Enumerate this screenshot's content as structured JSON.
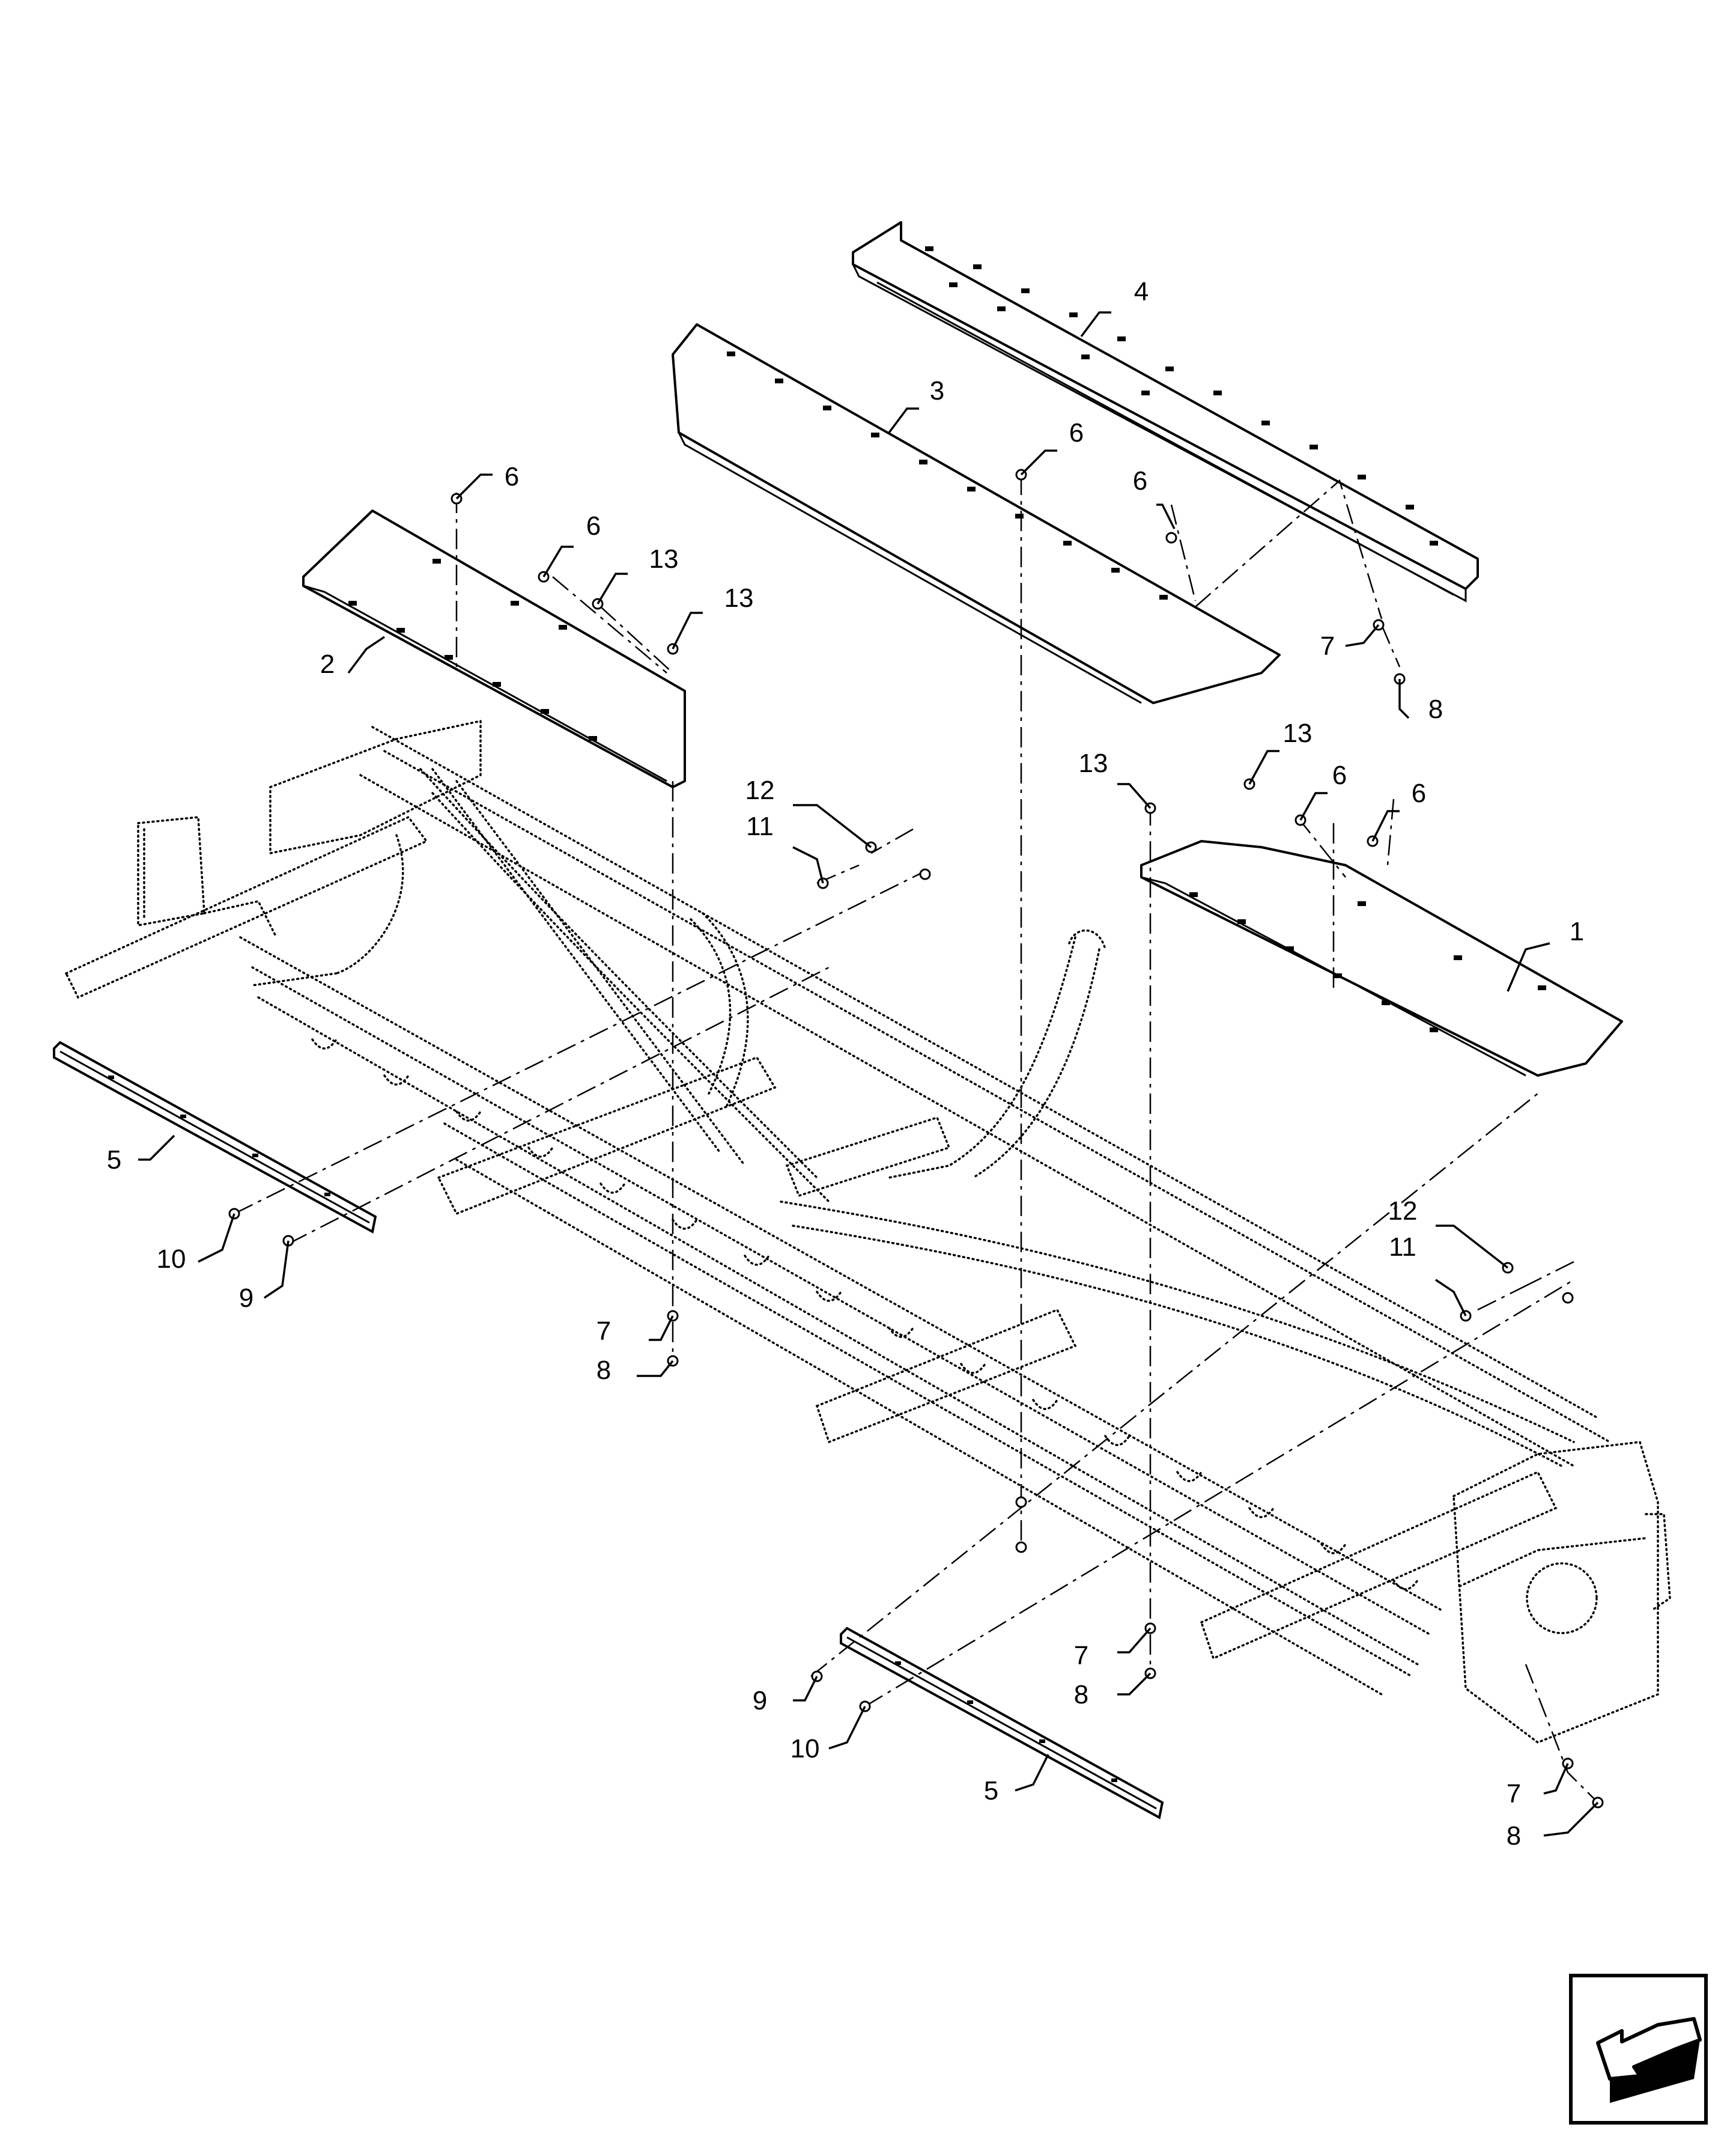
{
  "callouts": [
    {
      "id": "c4",
      "text": "4"
    },
    {
      "id": "c3",
      "text": "3"
    },
    {
      "id": "c6a",
      "text": "6"
    },
    {
      "id": "c6b",
      "text": "6"
    },
    {
      "id": "c6c",
      "text": "6"
    },
    {
      "id": "c6d",
      "text": "6"
    },
    {
      "id": "c6e",
      "text": "6"
    },
    {
      "id": "c6f",
      "text": "6"
    },
    {
      "id": "c13a",
      "text": "13"
    },
    {
      "id": "c13b",
      "text": "13"
    },
    {
      "id": "c13c",
      "text": "13"
    },
    {
      "id": "c13d",
      "text": "13"
    },
    {
      "id": "c2",
      "text": "2"
    },
    {
      "id": "c1",
      "text": "1"
    },
    {
      "id": "c7a",
      "text": "7"
    },
    {
      "id": "c8a",
      "text": "8"
    },
    {
      "id": "c12a",
      "text": "12"
    },
    {
      "id": "c11a",
      "text": "11"
    },
    {
      "id": "c12b",
      "text": "12"
    },
    {
      "id": "c11b",
      "text": "11"
    },
    {
      "id": "c5a",
      "text": "5"
    },
    {
      "id": "c10a",
      "text": "10"
    },
    {
      "id": "c9a",
      "text": "9"
    },
    {
      "id": "c7b",
      "text": "7"
    },
    {
      "id": "c8b",
      "text": "8"
    },
    {
      "id": "c7c",
      "text": "7"
    },
    {
      "id": "c8c",
      "text": "8"
    },
    {
      "id": "c9b",
      "text": "9"
    },
    {
      "id": "c10b",
      "text": "10"
    },
    {
      "id": "c5b",
      "text": "5"
    },
    {
      "id": "c7d",
      "text": "7"
    },
    {
      "id": "c8d",
      "text": "8"
    }
  ],
  "nav_icon": "previous-page-arrow-icon"
}
